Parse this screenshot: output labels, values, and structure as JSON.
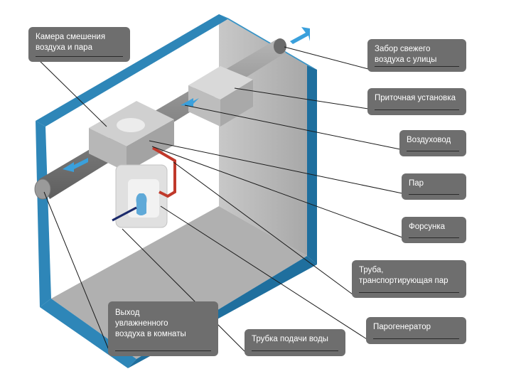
{
  "labels": {
    "mixing_chamber": "Камера смешения\nвоздуха и пара",
    "fresh_air_intake": "Забор свежего\nвоздуха с улицы",
    "supply_unit": "Приточная установка",
    "air_duct": "Воздуховод",
    "steam": "Пар",
    "nozzle": "Форсунка",
    "steam_pipe": "Труба,\nтранспортирующая пар",
    "steam_generator": "Парогенератор",
    "water_tube": "Трубка подачи воды",
    "humidified_air_outlet": "Выход\nувлажненного\nвоздуха в комнаты"
  },
  "colors": {
    "frame_blue": "#2e86b8",
    "frame_blue_dark": "#1f6f9e",
    "wall_gray": "#b9b9b9",
    "duct_gray": "#8d8d8d",
    "flow_arrow": "#3aa0dc",
    "steam_pipe_red": "#c0392b",
    "water_tube_navy": "#1b2a6b",
    "label_bg": "#6e6e6e"
  }
}
